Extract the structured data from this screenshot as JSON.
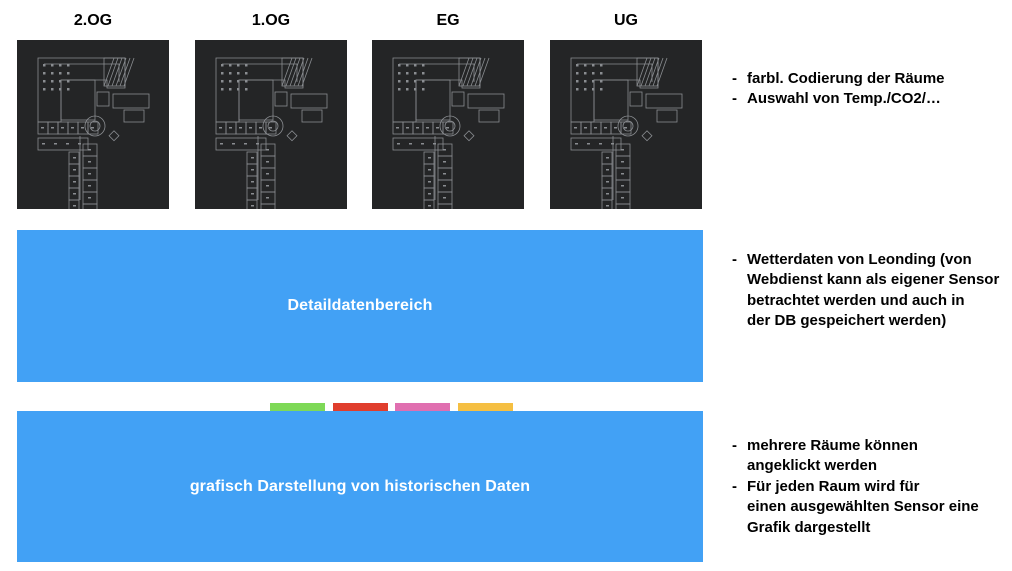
{
  "floors": [
    {
      "label": "2.OG"
    },
    {
      "label": "1.OG"
    },
    {
      "label": "EG"
    },
    {
      "label": "UG"
    }
  ],
  "colors": {
    "panel": "#42a1f5",
    "map_background": "#242526",
    "map_lines": "#8a8d91"
  },
  "detail_panel": {
    "title": "Detaildatenbereich"
  },
  "history_panel": {
    "title": "grafisch Darstellung von historischen Daten"
  },
  "sensor_swatches": [
    {
      "name": "green",
      "color": "#7ed957"
    },
    {
      "name": "red",
      "color": "#e03e2d"
    },
    {
      "name": "pink",
      "color": "#e06fb0"
    },
    {
      "name": "yellow",
      "color": "#f5bf42"
    }
  ],
  "notes_top": [
    {
      "lines": [
        "farbl. Codierung der Räume"
      ]
    },
    {
      "lines": [
        "Auswahl von Temp./CO2/…"
      ]
    }
  ],
  "notes_middle": [
    {
      "lines": [
        "Wetterdaten von Leonding (von",
        "Webdienst kann als eigener Sensor",
        "betrachtet werden und auch in",
        "der DB gespeichert werden)"
      ]
    }
  ],
  "notes_bottom": [
    {
      "lines": [
        "mehrere Räume können",
        "angeklickt werden"
      ]
    },
    {
      "lines": [
        "Für jeden Raum wird für",
        "einen ausgewählten Sensor eine",
        "Grafik dargestellt"
      ]
    }
  ]
}
